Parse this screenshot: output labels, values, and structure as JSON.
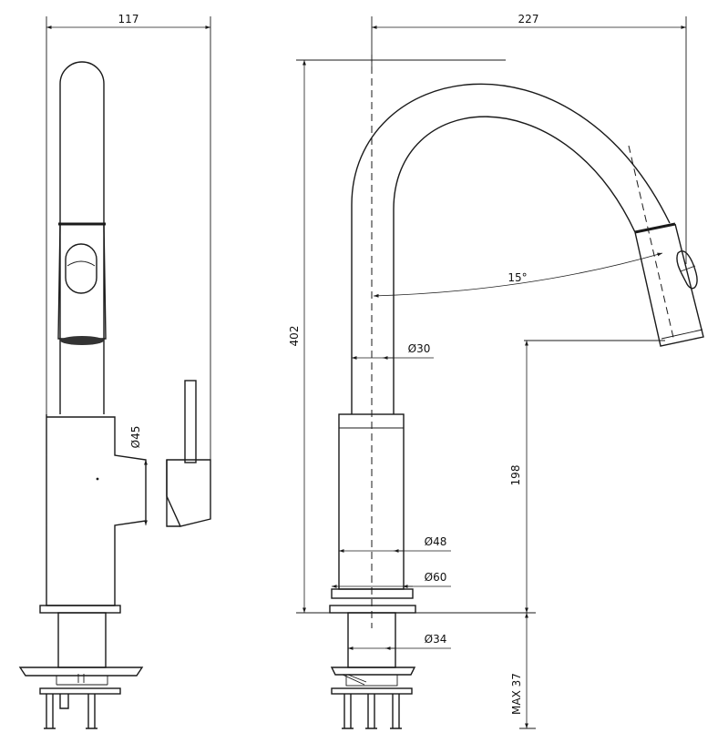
{
  "dimensions": {
    "width_side": "117",
    "reach": "227",
    "height_total": "402",
    "height_spout": "198",
    "lever_diameter": "Ø45",
    "spout_diameter": "Ø30",
    "body_diameter": "Ø48",
    "base_diameter": "Ø60",
    "shank_diameter": "Ø34",
    "max_deck_thickness": "MAX 37",
    "swivel_angle": "15°"
  }
}
